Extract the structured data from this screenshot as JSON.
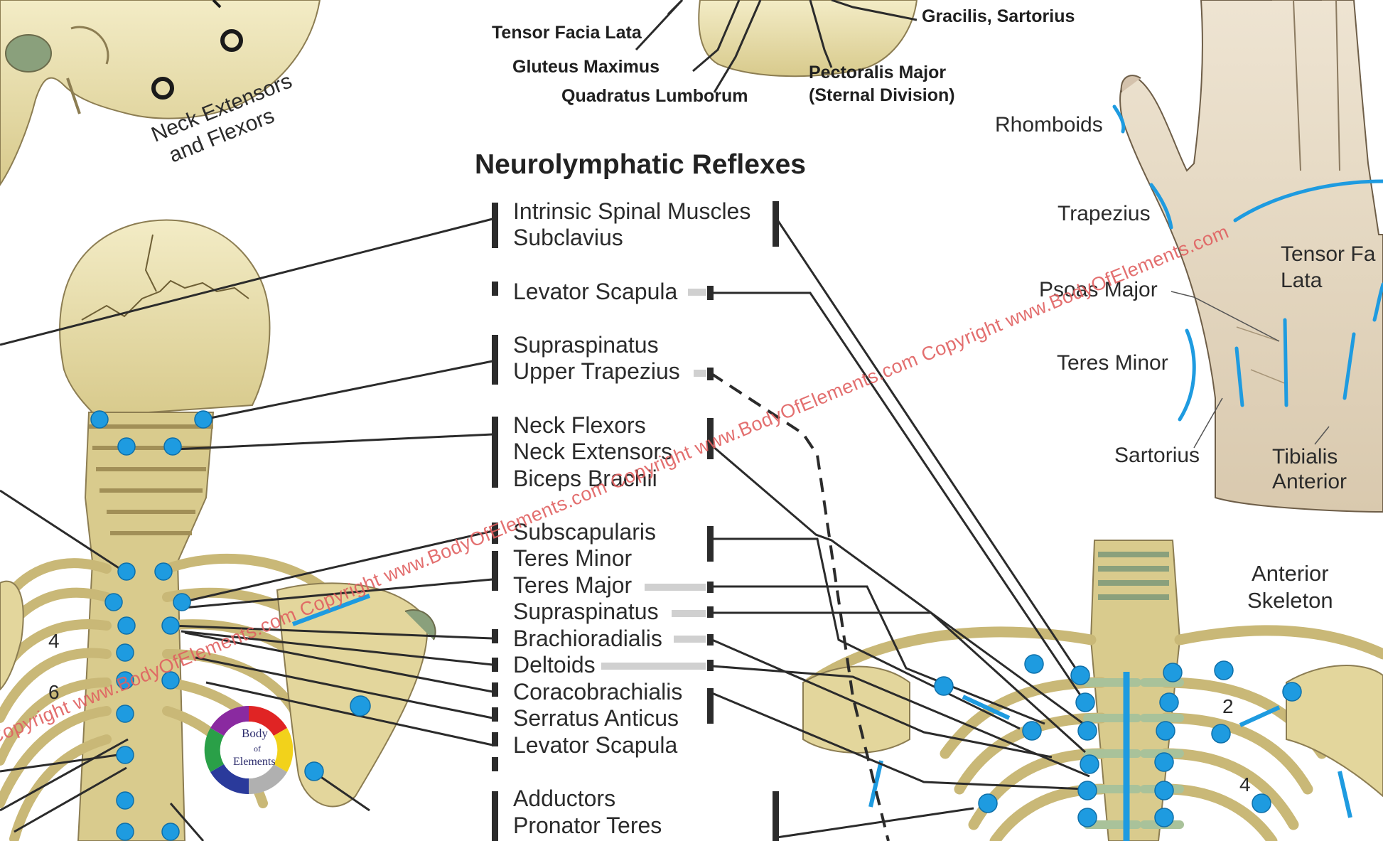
{
  "title": "Neurolymphatic Reflexes",
  "top_labels": {
    "tensor_facia_lata": "Tensor Facia Lata",
    "gluteus_maximus": "Gluteus Maximus",
    "quadratus_lumborum": "Quadratus Lumborum",
    "gracilis_sartorius": "Gracilis, Sartorius",
    "pectoralis_major_1": "Pectoralis Major",
    "pectoralis_major_2": "(Sternal Division)"
  },
  "skull_labels": {
    "line1": "Neck Extensors",
    "line2": "and Flexors"
  },
  "groups": [
    [
      "Intrinsic Spinal Muscles",
      "Subclavius"
    ],
    [
      "Levator Scapula"
    ],
    [
      "Supraspinatus",
      "Upper Trapezius"
    ],
    [
      "Neck Flexors",
      "Neck Extensors",
      "Biceps Brachii"
    ],
    [
      "Subscapularis",
      "Teres Minor",
      "Teres Major",
      "Supraspinatus",
      "Brachioradialis",
      "Deltoids",
      "Coracobrachialis",
      "Serratus Anticus",
      "Levator Scapula"
    ],
    [
      "Adductors",
      "Pronator Teres"
    ]
  ],
  "hand_labels": {
    "rhomboids": "Rhomboids",
    "trapezius": "Trapezius",
    "tensor_fa": "Tensor Fa",
    "lata": "Lata",
    "psoas_major": "Psoas Major",
    "teres_minor": "Teres Minor",
    "sartorius": "Sartorius",
    "tibialis": "Tibialis",
    "anterior": "Anterior"
  },
  "anterior_skeleton": {
    "line1": "Anterior",
    "line2": "Skeleton"
  },
  "rib_numbers": {
    "posterior_4": "4",
    "posterior_6": "6",
    "anterior_2": "2",
    "anterior_4": "4"
  },
  "logo": {
    "word1": "Body",
    "word2": "of",
    "word3": "Elements"
  },
  "watermark": "Copyright www.BodyOfElements.com Copyright www.BodyOfElements.com Copyright www.BodyOfElements.com Copyright www.BodyOfElements.com",
  "colors": {
    "reflex_dot": "#1e9be0",
    "bone": "#e9dfae",
    "cartilage": "#a9c29a",
    "leader_line": "#2b2b2b",
    "watermark": "#e06060"
  }
}
